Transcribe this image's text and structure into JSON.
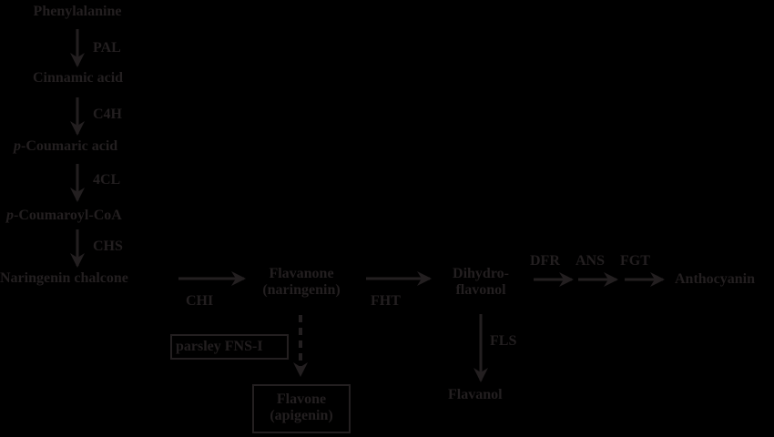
{
  "diagram": {
    "type": "biosynthetic pathway",
    "colors": {
      "background": "#000000",
      "foreground": "#231f20"
    },
    "nodes": {
      "phenylalanine": "Phenylalanine",
      "cinnamic_acid": "Cinnamic acid",
      "p_coumaric_acid_prefix": "p",
      "p_coumaric_acid": "-Coumaric acid",
      "p_coumaroyl_coa_prefix": "p",
      "p_coumaroyl_coa": "-Coumaroyl-CoA",
      "naringenin_chalcone": "Naringenin chalcone",
      "flavanone_line1": "Flavanone",
      "flavanone_line2": "(naringenin)",
      "dihydroflavonol_line1": "Dihydro-",
      "dihydroflavonol_line2": "flavonol",
      "anthocyanin": "Anthocyanin",
      "flavanol": "Flavanol",
      "flavone_line1": "Flavone",
      "flavone_line2": "(apigenin)"
    },
    "enzymes": {
      "pal": "PAL",
      "c4h": "C4H",
      "fourcl": "4CL",
      "chs": "CHS",
      "chi": "CHI",
      "fht": "FHT",
      "fls": "FLS",
      "dfr": "DFR",
      "ans": "ANS",
      "fgt": "FGT",
      "fns": "parsley FNS-I"
    }
  }
}
